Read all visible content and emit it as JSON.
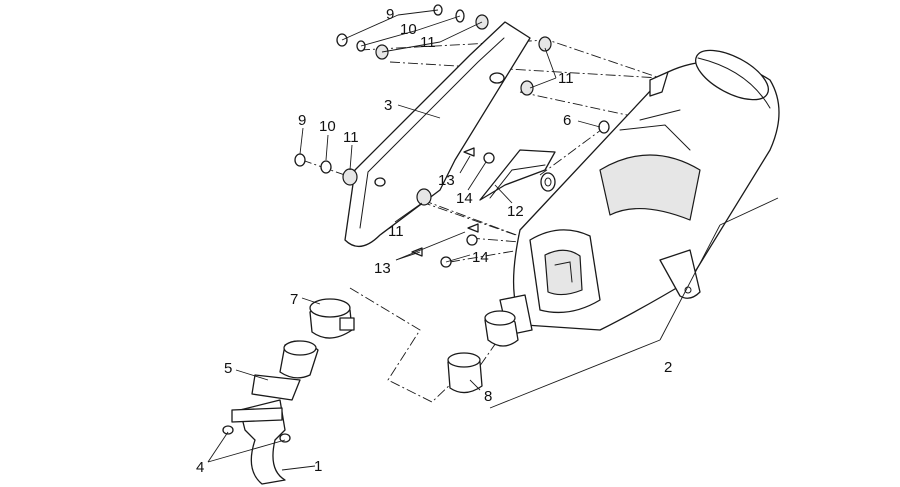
{
  "callouts": {
    "c1": "1",
    "c2": "2",
    "c3": "3",
    "c4": "4",
    "c5": "5",
    "c6": "6",
    "c7": "7",
    "c8": "8",
    "c9_top": "9",
    "c10_top": "10",
    "c11_top": "11",
    "c11_right": "11",
    "c9_left": "9",
    "c10_left": "10",
    "c11_left": "11",
    "c11_low": "11",
    "c12": "12",
    "c13_upper": "13",
    "c14_upper": "14",
    "c13_lower": "13",
    "c14_lower": "14"
  },
  "colors": {
    "line": "#1a1a1a",
    "fill": "#ffffff",
    "shade": "#e6e6e6"
  }
}
